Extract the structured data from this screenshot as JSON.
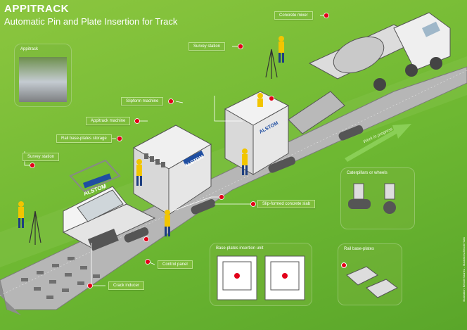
{
  "title": "APPITRACK",
  "subtitle": "Automatic Pin and Plate Insertion for Track",
  "labels": {
    "concrete_mixer": "Concrete mixer",
    "survey_station_top": "Survey station",
    "appitrack": "Appitrack",
    "slipform_machine": "Slipform machine",
    "appitrack_machine": "Appitrack machine",
    "rail_base_plates_storage": "Rail base-plates storage",
    "survey_station_left": "Survey station",
    "slip_formed_slab": "Slip-formed concrete slab",
    "control_panel": "Control panel",
    "crack_inducer": "Crack inducer",
    "work_in_progress": "Work in progress"
  },
  "panels": {
    "caterpillars": "Caterpillars or wheels",
    "insertion_unit": "Base-plates insertion unit",
    "rail_base_plates": "Rail base-plates"
  },
  "brand": "ALSTOM",
  "credit": "Illustration: Benoit Saurieu - Illustrators-Benoit Hulin",
  "colors": {
    "background": "#6eb832",
    "accent": "#e2001a",
    "track": "#8a8a8a",
    "machine": "#e8e8e8",
    "worker": "#f2c500"
  }
}
